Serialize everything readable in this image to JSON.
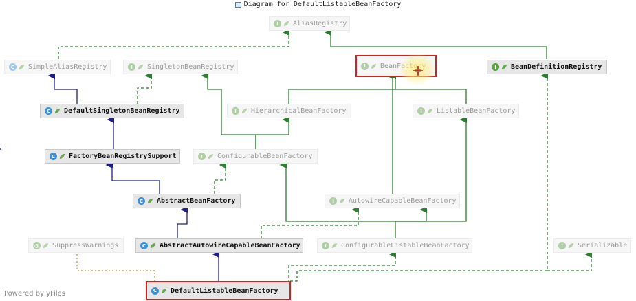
{
  "header": {
    "title": "Diagram for DefaultListableBeanFactory"
  },
  "footer": {
    "text": "Powered by yFiles"
  },
  "colors": {
    "inheritance": "#1f1f8a",
    "interface_impl": "#2f7d32",
    "annotation": "#b59a54",
    "selection": "#cc2222",
    "class_badge": "#3d8fd6",
    "interface_badge": "#5c9f45"
  },
  "nodes": {
    "alias_registry": {
      "label": "AliasRegistry",
      "kind": "interface",
      "state": "dim"
    },
    "simple_alias_registry": {
      "label": "SimpleAliasRegistry",
      "kind": "class",
      "state": "dim"
    },
    "singleton_bean_registry": {
      "label": "SingletonBeanRegistry",
      "kind": "interface",
      "state": "dim"
    },
    "bean_factory": {
      "label": "BeanFactory",
      "kind": "interface",
      "state": "dim-selected"
    },
    "bean_definition_registry": {
      "label": "BeanDefinitionRegistry",
      "kind": "interface",
      "state": "bold"
    },
    "default_singleton_bean_registry": {
      "label": "DefaultSingletonBeanRegistry",
      "kind": "class",
      "state": "bold"
    },
    "hierarchical_bean_factory": {
      "label": "HierarchicalBeanFactory",
      "kind": "interface",
      "state": "dim"
    },
    "listable_bean_factory": {
      "label": "ListableBeanFactory",
      "kind": "interface",
      "state": "dim"
    },
    "factory_bean_registry_support": {
      "label": "FactoryBeanRegistrySupport",
      "kind": "class",
      "state": "bold"
    },
    "configurable_bean_factory": {
      "label": "ConfigurableBeanFactory",
      "kind": "interface",
      "state": "dim"
    },
    "abstract_bean_factory": {
      "label": "AbstractBeanFactory",
      "kind": "class",
      "state": "bold"
    },
    "autowire_capable_bean_factory": {
      "label": "AutowireCapableBeanFactory",
      "kind": "interface",
      "state": "dim"
    },
    "suppress_warnings": {
      "label": "SuppressWarnings",
      "kind": "annotation",
      "state": "dim"
    },
    "abstract_autowire_capable_bean_factory": {
      "label": "AbstractAutowireCapableBeanFactory",
      "kind": "class",
      "state": "bold"
    },
    "configurable_listable_bean_factory": {
      "label": "ConfigurableListableBeanFactory",
      "kind": "interface",
      "state": "dim"
    },
    "serializable": {
      "label": "Serializable",
      "kind": "interface",
      "state": "dim"
    },
    "default_listable_bean_factory": {
      "label": "DefaultListableBeanFactory",
      "kind": "class",
      "state": "bold-selected"
    }
  }
}
